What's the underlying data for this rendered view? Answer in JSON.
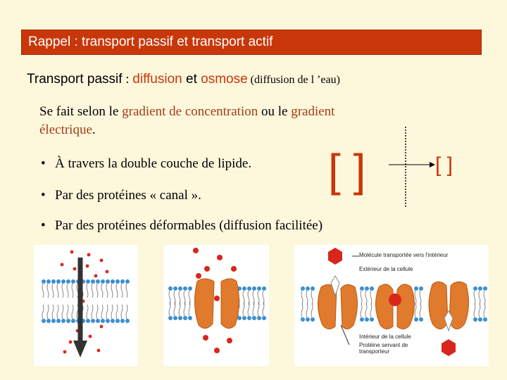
{
  "slide": {
    "title": "Rappel : transport passif et transport actif",
    "heading": {
      "prefix": "Transport passif",
      "sep": " : ",
      "diffusion": "diffusion",
      "et": " et ",
      "osmose": "osmose",
      "note": " (diffusion de l ’eau)"
    },
    "intro": {
      "p1": "Se fait selon le ",
      "p2": "gradient de concentration",
      "p3": " ou le ",
      "p4": "gradient électrique",
      "p5": "."
    },
    "bullets": [
      "À travers la double couche de lipide.",
      "Par des protéines « canal ».",
      "Par des protéines déformables (diffusion facilitée)"
    ]
  },
  "gradient_diagram": {
    "left_bracket": "[ ]",
    "right_bracket": "[ ]"
  },
  "carrier_labels": {
    "molecule": "Molécule transportée vers l'intérieur",
    "exterior": "Extérieur de la cellule",
    "interior": "Intérieur de la cellule",
    "protein": "Protéine servant de transporteur"
  },
  "colors": {
    "banner": "#c8370a",
    "accent_text": "#c8370a",
    "background": "#fdf7dc",
    "protein": "#e07a2c",
    "molecule": "#d9261c",
    "lipid_head": "#3b8fd0"
  }
}
